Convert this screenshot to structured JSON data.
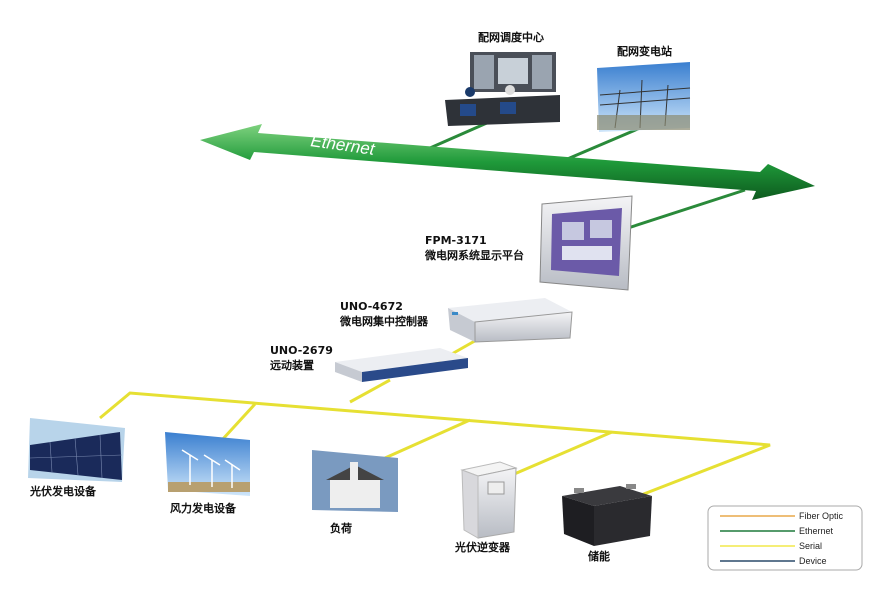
{
  "title_nodes": {
    "dispatch_center": "配网调度中心",
    "substation": "配网变电站"
  },
  "bus_label": "Ethernet",
  "devices": {
    "fpm": {
      "model": "FPM-3171",
      "name": "微电网系统显示平台"
    },
    "uno4672": {
      "model": "UNO-4672",
      "name": "微电网集中控制器"
    },
    "uno2679": {
      "model": "UNO-2679",
      "name": "远动装置"
    }
  },
  "field_devices": {
    "solar": "光伏发电设备",
    "wind": "风力发电设备",
    "load": "负荷",
    "inverter": "光伏逆变器",
    "storage": "储能"
  },
  "legend": [
    {
      "label": "Fiber Optic",
      "color": "#e8a94a"
    },
    {
      "label": "Ethernet",
      "color": "#1f7a3c"
    },
    {
      "label": "Serial",
      "color": "#f2e84a"
    },
    {
      "label": "Device",
      "color": "#2a4a6a"
    }
  ],
  "colors": {
    "ethernet_bus": "#1f9a3a",
    "serial": "#e6e033",
    "ethernet_link": "#2a8a3a"
  }
}
